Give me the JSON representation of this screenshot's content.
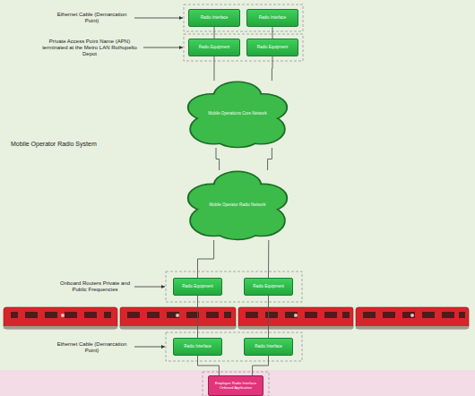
{
  "diagram": {
    "nodes": [
      {
        "text": [
          "Mobile Operator Radio System"
        ]
      },
      {
        "text": [
          "Radio Interface"
        ],
        "in": 0
      },
      {
        "text": [
          "Radio Interface"
        ],
        "in": 0
      },
      {
        "text": [
          "Radio Equipment"
        ],
        "in": 0
      },
      {
        "text": [
          "Radio Equipment"
        ],
        "in": 0
      },
      {
        "text": [
          "Mobile Operations Core Network"
        ],
        "in": 0
      },
      {
        "text": [
          "Mobile Operator Radio Network"
        ],
        "in": 0
      },
      {
        "text": [
          "Radio Equipment"
        ],
        "in": 0
      },
      {
        "text": [
          "Radio Equipment"
        ],
        "in": 0
      },
      {
        "text": [
          "Radio Interface"
        ],
        "in": 0
      },
      {
        "text": [
          "Radio Interface"
        ],
        "in": 0
      },
      {
        "text": [
          "Employee Radio Interface Onboard Application"
        ]
      }
    ],
    "edges": [
      {
        "from": 1,
        "to": 3,
        "arrow": "none"
      },
      {
        "from": 2,
        "to": 4,
        "arrow": "none"
      },
      {
        "from": 3,
        "to": 5,
        "arrow": "none"
      },
      {
        "from": 4,
        "to": 5,
        "arrow": "none"
      },
      {
        "from": 5,
        "to": 6,
        "arrow": "none"
      },
      {
        "from": 5,
        "to": 6,
        "arrow": "none"
      },
      {
        "from": 6,
        "to": 7,
        "arrow": "none"
      },
      {
        "from": 6,
        "to": 8,
        "arrow": "none"
      },
      {
        "from": 7,
        "to": 9,
        "arrow": "none"
      },
      {
        "from": 8,
        "to": 10,
        "arrow": "none"
      },
      {
        "from": 9,
        "to": 11,
        "arrow": "none"
      },
      {
        "from": 10,
        "to": 11,
        "arrow": "none"
      }
    ],
    "labels": [
      "Ethernet Cable (Demarcation Point)",
      "Private Access Point Name (APN) terminated at the Metro LAN Roihupelto Depot",
      "Onboard Routers Private and Public Frequencies",
      "Ethernet Cable (Demarcation Point)"
    ]
  }
}
